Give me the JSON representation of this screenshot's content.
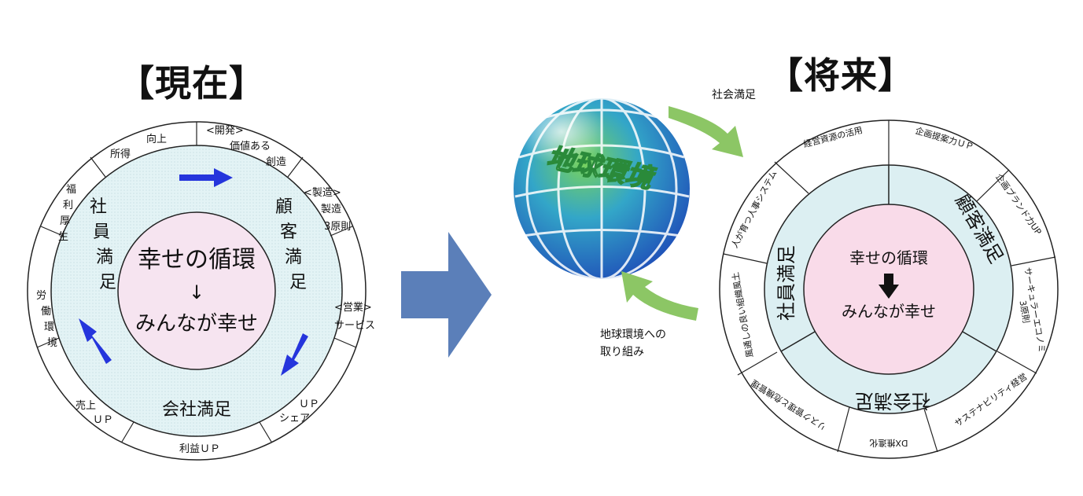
{
  "current": {
    "heading": "【現在】",
    "center_top": "幸せの循環",
    "center_arrow": "↓",
    "center_bottom": "みんなが幸せ",
    "employee": "社員満足",
    "customer": "顧客満足",
    "company": "会社満足",
    "outer": {
      "income": "所得",
      "improve": "向上",
      "dev_head": "<開発>",
      "dev_1": "価値ある",
      "dev_2": "創造",
      "mfg_head": "<製造>",
      "mfg_1": "製造",
      "mfg_2": "3原則",
      "sales_head": "<営業>",
      "sales_1": "サービス",
      "share": "シェア",
      "share_up": "ＵＰ",
      "profit": "利益ＵＰ",
      "revenue": "売上",
      "revenue_up": "ＵＰ",
      "labor": "労働環境",
      "welfare": "福利厚生"
    }
  },
  "globe": {
    "label": "地球環境",
    "social_satisfaction": "社会満足",
    "efforts_line1": "地球環境への",
    "efforts_line2": "取り組み"
  },
  "future": {
    "heading": "【将来】",
    "center_top": "幸せの循環",
    "center_bottom": "みんなが幸せ",
    "employee": "社員満足",
    "customer": "顧客満足",
    "society": "社会満足",
    "outer": {
      "resources": "経営資源の活用",
      "planning": "企画提案力ＵＰ",
      "brand": "企画ブランド力UP",
      "circular": "サーキュラーエコノミ\n3原則",
      "sustainability": "サステナビリティ経営",
      "dx": "DX推進化",
      "risk": "リスク管理と危機管理",
      "culture": "風通しの良い組織風土",
      "people": "人が育つ人事システム"
    }
  },
  "colors": {
    "center_pink": "#f6e4f0",
    "ring_teal": "#dceff2",
    "arrow_blue": "#2535dc",
    "big_arrow": "#5b7fb9",
    "globe_arrow": "#8cc665"
  }
}
